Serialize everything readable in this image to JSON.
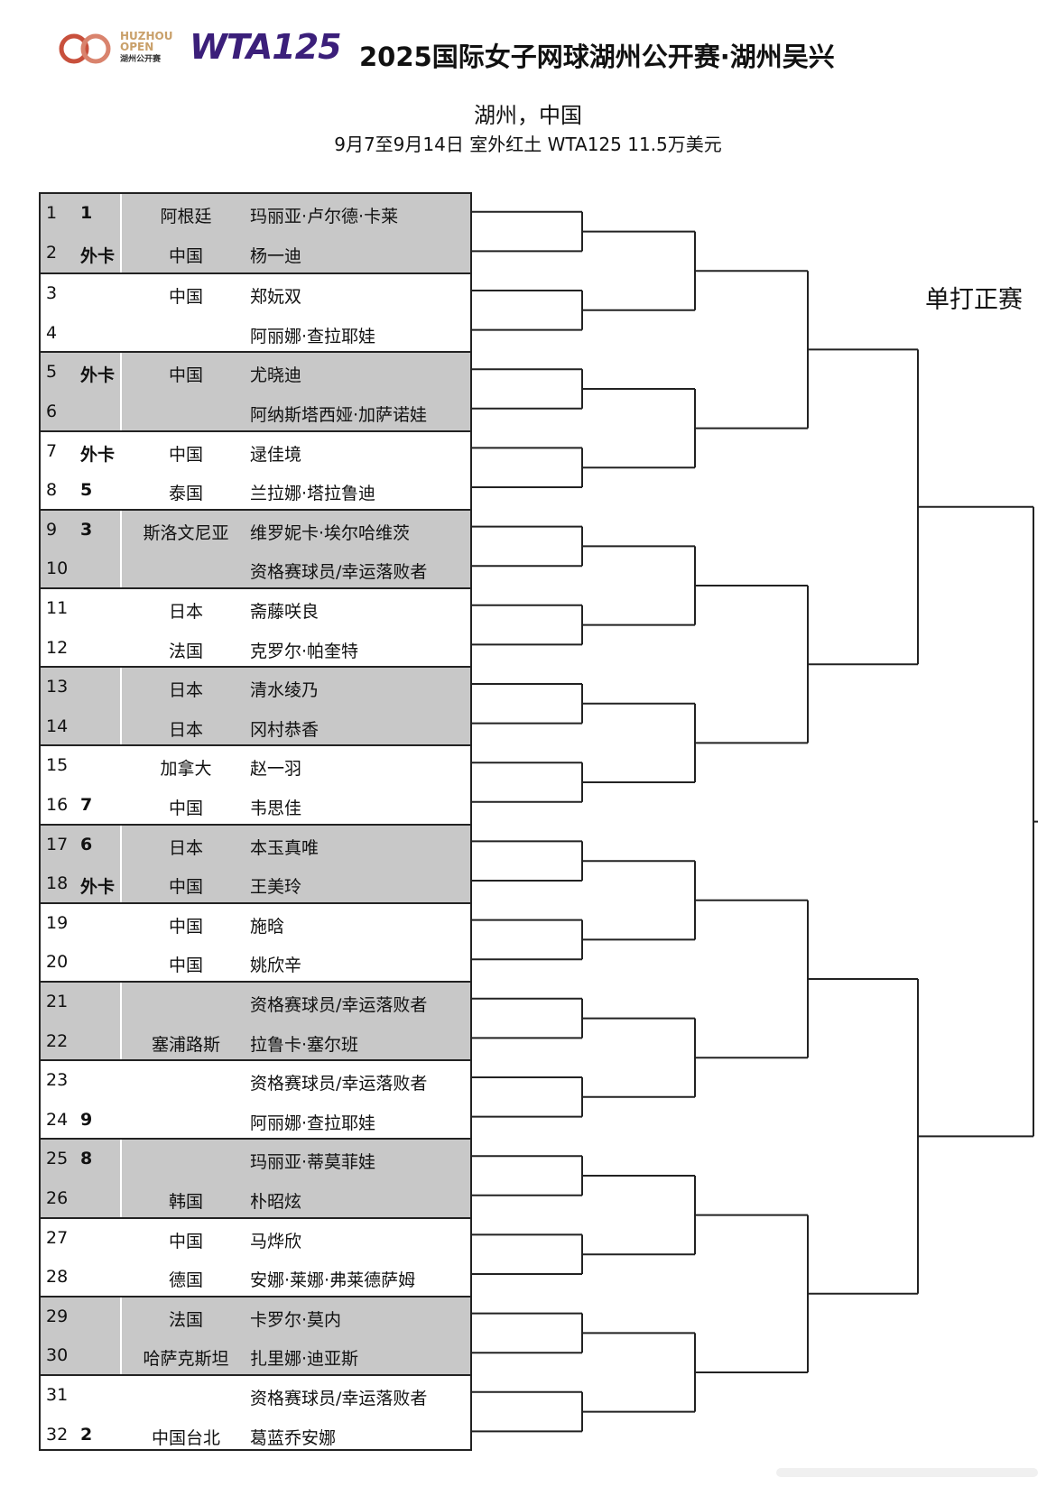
{
  "header": {
    "logo_line1": "HUZHOU",
    "logo_line2": "OPEN",
    "logo_line3": "湖州公开赛",
    "wta_logo": "WTA125",
    "title": "2025国际女子网球湖州公开赛·湖州吴兴",
    "city": "湖州，中国",
    "info": "9月7至9月14日    室外红土   WTA125   11.5万美元"
  },
  "section_label": "单打正赛",
  "colors": {
    "gray_row": "#c8c8c8",
    "line": "#222222",
    "logo_purple": "#3b1f7a",
    "logo_red": "#c8503c"
  },
  "players": [
    {
      "num": "1",
      "seed": "1",
      "country": "阿根廷",
      "name": "玛丽亚·卢尔德·卡莱"
    },
    {
      "num": "2",
      "seed": "外卡",
      "country": "中国",
      "name": "杨一迪"
    },
    {
      "num": "3",
      "seed": "",
      "country": "中国",
      "name": "郑妧双"
    },
    {
      "num": "4",
      "seed": "",
      "country": "",
      "name": "阿丽娜·查拉耶娃"
    },
    {
      "num": "5",
      "seed": "外卡",
      "country": "中国",
      "name": "尤晓迪"
    },
    {
      "num": "6",
      "seed": "",
      "country": "",
      "name": "阿纳斯塔西娅·加萨诺娃"
    },
    {
      "num": "7",
      "seed": "外卡",
      "country": "中国",
      "name": "逯佳境"
    },
    {
      "num": "8",
      "seed": "5",
      "country": "泰国",
      "name": "兰拉娜·塔拉鲁迪"
    },
    {
      "num": "9",
      "seed": "3",
      "country": "斯洛文尼亚",
      "name": "维罗妮卡·埃尔哈维茨"
    },
    {
      "num": "10",
      "seed": "",
      "country": "",
      "name": "资格赛球员/幸运落败者"
    },
    {
      "num": "11",
      "seed": "",
      "country": "日本",
      "name": "斋藤咲良"
    },
    {
      "num": "12",
      "seed": "",
      "country": "法国",
      "name": "克罗尔·帕奎特"
    },
    {
      "num": "13",
      "seed": "",
      "country": "日本",
      "name": "清水绫乃"
    },
    {
      "num": "14",
      "seed": "",
      "country": "日本",
      "name": "冈村恭香"
    },
    {
      "num": "15",
      "seed": "",
      "country": "加拿大",
      "name": "赵一羽"
    },
    {
      "num": "16",
      "seed": "7",
      "country": "中国",
      "name": "韦思佳"
    },
    {
      "num": "17",
      "seed": "6",
      "country": "日本",
      "name": "本玉真唯"
    },
    {
      "num": "18",
      "seed": "外卡",
      "country": "中国",
      "name": "王美玲"
    },
    {
      "num": "19",
      "seed": "",
      "country": "中国",
      "name": "施晗"
    },
    {
      "num": "20",
      "seed": "",
      "country": "中国",
      "name": "姚欣辛"
    },
    {
      "num": "21",
      "seed": "",
      "country": "",
      "name": "资格赛球员/幸运落败者"
    },
    {
      "num": "22",
      "seed": "",
      "country": "塞浦路斯",
      "name": "拉鲁卡·塞尔班"
    },
    {
      "num": "23",
      "seed": "",
      "country": "",
      "name": "资格赛球员/幸运落败者"
    },
    {
      "num": "24",
      "seed": "9",
      "country": "",
      "name": "阿丽娜·查拉耶娃"
    },
    {
      "num": "25",
      "seed": "8",
      "country": "",
      "name": "玛丽亚·蒂莫菲娃"
    },
    {
      "num": "26",
      "seed": "",
      "country": "韩国",
      "name": "朴昭炫"
    },
    {
      "num": "27",
      "seed": "",
      "country": "中国",
      "name": "马烨欣"
    },
    {
      "num": "28",
      "seed": "",
      "country": "德国",
      "name": "安娜·莱娜·弗莱德萨姆"
    },
    {
      "num": "29",
      "seed": "",
      "country": "法国",
      "name": "卡罗尔·莫内"
    },
    {
      "num": "30",
      "seed": "",
      "country": "哈萨克斯坦",
      "name": "扎里娜·迪亚斯"
    },
    {
      "num": "31",
      "seed": "",
      "country": "",
      "name": "资格赛球员/幸运落败者"
    },
    {
      "num": "32",
      "seed": "2",
      "country": "中国台北",
      "name": "葛蓝乔安娜"
    }
  ]
}
